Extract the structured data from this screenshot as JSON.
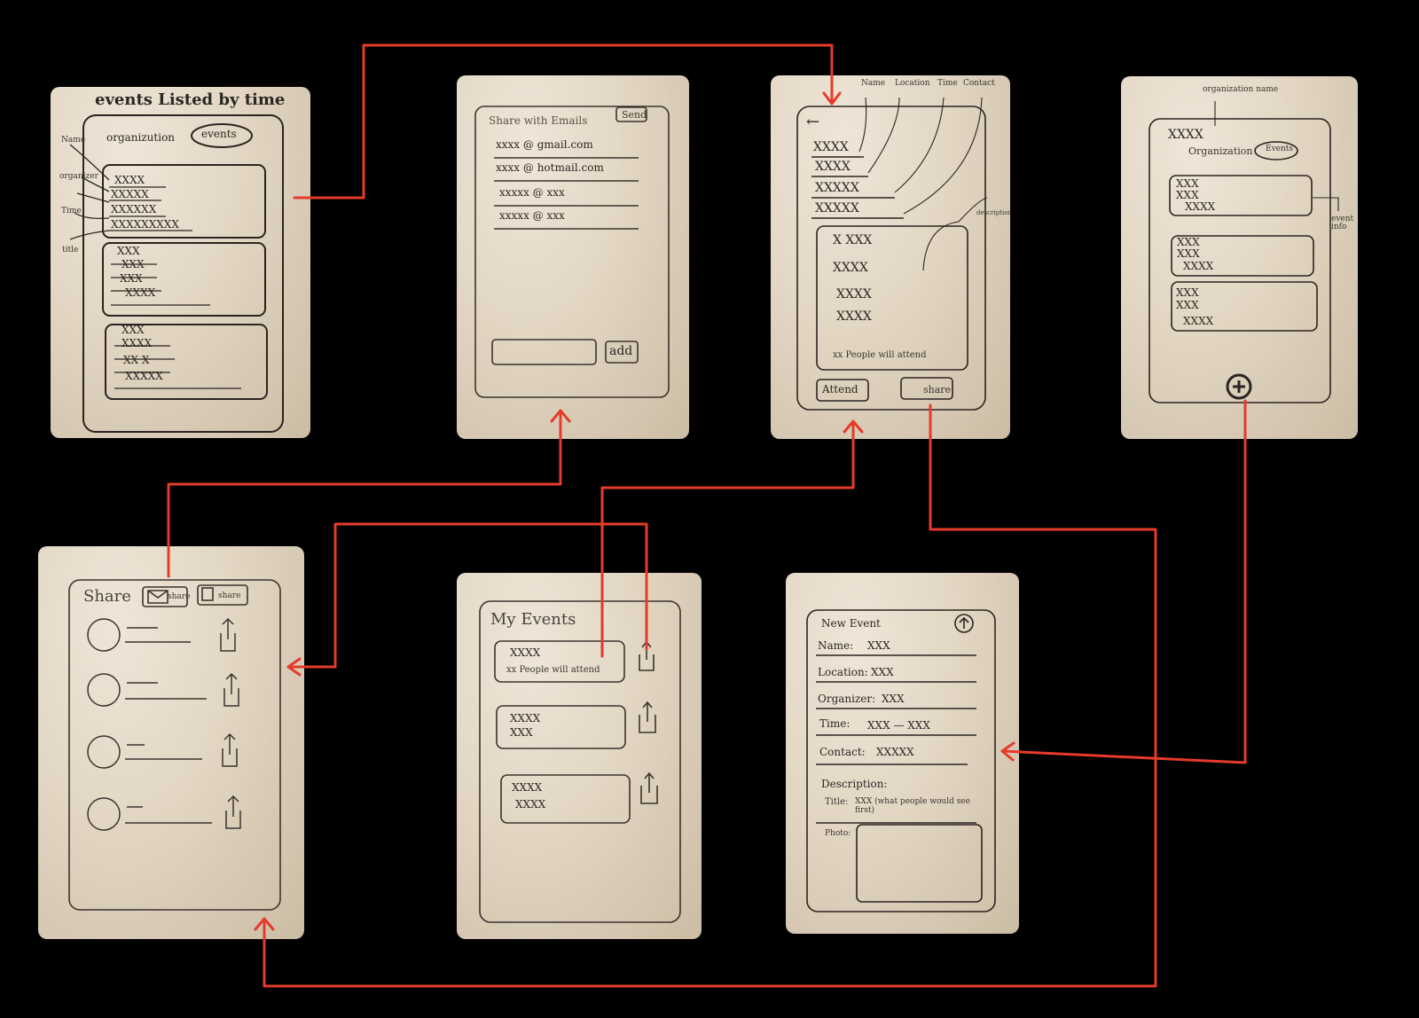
{
  "arrow_color": "#e53b2b",
  "sketch1": {
    "heading": "events Listed by time",
    "tab_org": "organizution",
    "tab_events": "events",
    "ann_name": "Name",
    "ann_organizer": "organizer",
    "ann_time": "Time",
    "ann_title": "title",
    "card1_lines": [
      "XXXX",
      "XXXXX",
      "XXXXXX",
      "XXXXXXXXX"
    ],
    "card2_lines": [
      "XXX",
      "XXX",
      "XXX",
      "XXXX"
    ],
    "card3_lines": [
      "XXX",
      "XXXX",
      "XX X",
      "XXXXX"
    ]
  },
  "sketch2": {
    "title": "Share with Emails",
    "send": "Send",
    "emails": [
      "xxxx @ gmail.com",
      "xxxx @ hotmail.com",
      "xxxxx @ xxx",
      "xxxxx @ xxx"
    ],
    "add": "add"
  },
  "sketch3": {
    "back": "←",
    "ann_name": "Name",
    "ann_location": "Location",
    "ann_time": "Time",
    "ann_contact": "Contact",
    "ann_description": "description",
    "fields": [
      "XXXX",
      "XXXX",
      "XXXXX",
      "XXXXX"
    ],
    "desc_lines": [
      "X XXX",
      "XXXX",
      "XXXX",
      "XXXX"
    ],
    "attendees": "xx People will attend",
    "attend": "Attend",
    "share": "share"
  },
  "sketch4": {
    "ann_org_name": "organization name",
    "org_name": "XXXX",
    "tab_org": "Organization",
    "tab_events": "Events",
    "ann_event_info": "event info",
    "card1_lines": [
      "XXX",
      "XXX",
      "XXXX"
    ],
    "card2_lines": [
      "XXX",
      "XXX",
      "XXXX"
    ],
    "card3_lines": [
      "XXX",
      "XXX",
      "XXXX"
    ],
    "add_icon": "plus-circle-icon"
  },
  "sketch5": {
    "title": "Share",
    "mail_share": "share",
    "fb_share": "share",
    "share_icon": "share-icon"
  },
  "sketch6": {
    "title": "My Events",
    "item1_name": "XXXX",
    "item1_sub": "xx People will attend",
    "item2_lines": [
      "XXXX",
      "XXX"
    ],
    "item3_lines": [
      "XXXX",
      "XXXX"
    ]
  },
  "sketch7": {
    "title": "New Event",
    "name_label": "Name:",
    "name_value": "XXX",
    "location_label": "Location:",
    "location_value": "XXX",
    "organizer_label": "Organizer:",
    "organizer_value": "XXX",
    "time_label": "Time:",
    "time_value": "XXX — XXX",
    "contact_label": "Contact:",
    "contact_value": "XXXXX",
    "description_label": "Description:",
    "title_label": "Title:",
    "title_value": "XXX (what people would see first)",
    "photo_label": "Photo:"
  }
}
